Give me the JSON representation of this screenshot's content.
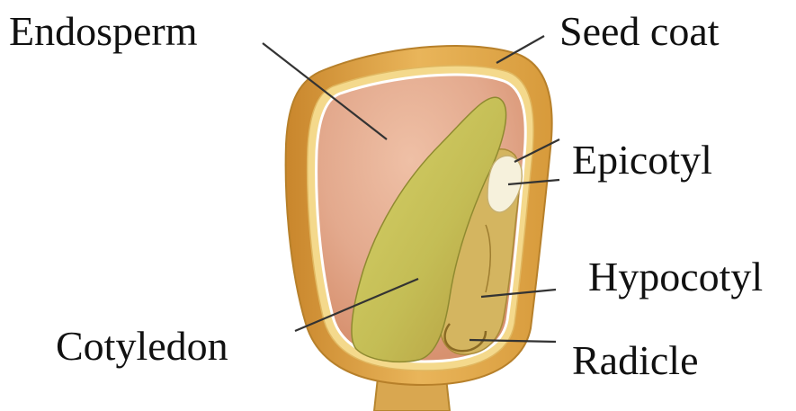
{
  "labels": {
    "endosperm": "Endosperm",
    "seed_coat": "Seed coat",
    "epicotyl": "Epicotyl",
    "hypocotyl": "Hypocotyl",
    "cotyledon": "Cotyledon",
    "radicle": "Radicle"
  },
  "colors": {
    "text": "#111111",
    "leader_line": "#333333",
    "seed_coat_outer": "#d99a3a",
    "seed_coat_inner": "#efc36c",
    "endosperm": "#e3a98d",
    "cotyledon": "#b9b64a",
    "embryo_axis": "#d2b260",
    "epicotyl_tip": "#f6f1dc"
  }
}
